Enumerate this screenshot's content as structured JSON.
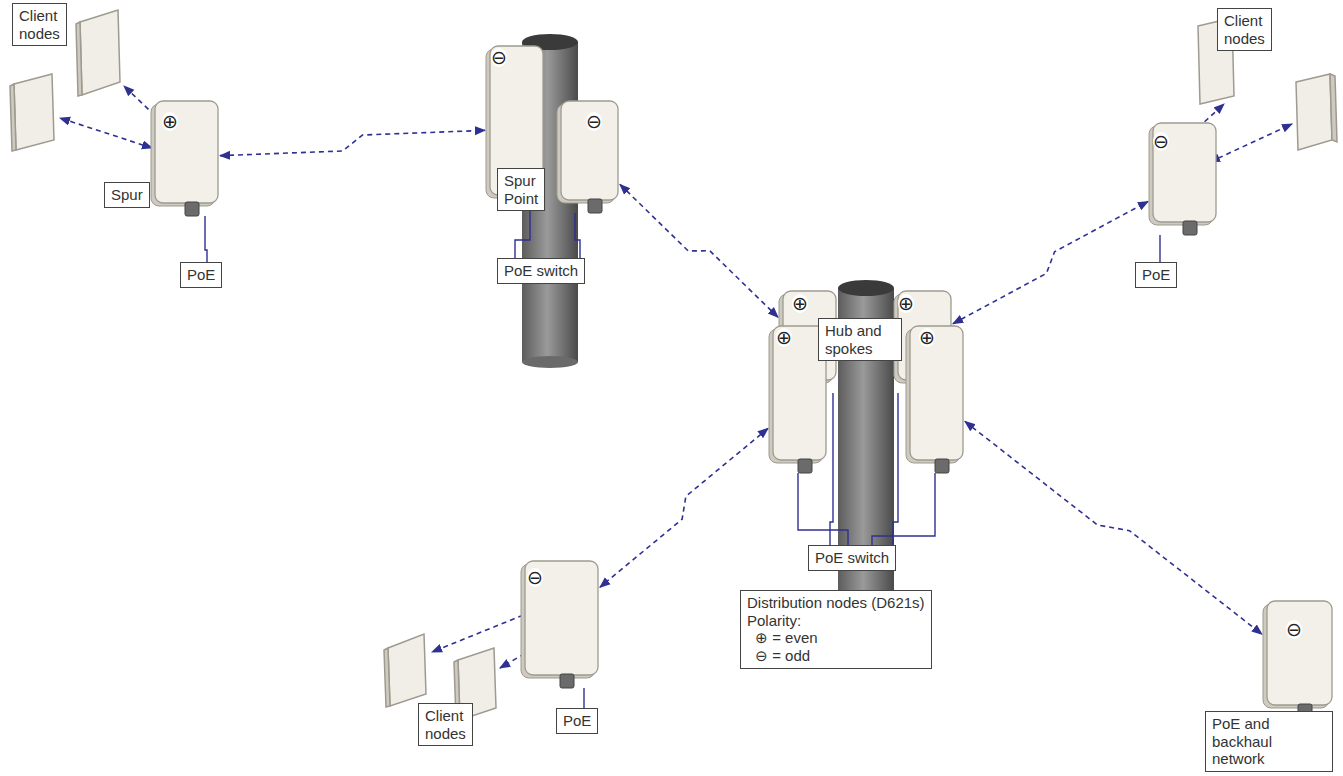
{
  "diagram": {
    "nodes": [
      {
        "text": [
          "Client nodes"
        ]
      },
      {
        "text": [
          "⊕"
        ]
      },
      {
        "text": [
          "Spur"
        ]
      },
      {
        "text": [
          "PoE"
        ]
      },
      {
        "text": [
          "⊖"
        ]
      },
      {
        "text": [
          "⊖"
        ]
      },
      {
        "text": [
          "Spur Point"
        ]
      },
      {
        "text": [
          "PoE switch"
        ]
      },
      {
        "text": [
          "Client nodes"
        ]
      },
      {
        "text": [
          "⊖"
        ]
      },
      {
        "text": [
          "PoE"
        ]
      },
      {
        "text": [
          "⊕"
        ]
      },
      {
        "text": [
          "⊕"
        ]
      },
      {
        "text": [
          "⊕"
        ]
      },
      {
        "text": [
          "⊕"
        ]
      },
      {
        "text": [
          "Hub and spokes"
        ]
      },
      {
        "text": [
          "⊖"
        ]
      },
      {
        "text": [
          "Client nodes"
        ]
      },
      {
        "text": [
          "PoE"
        ]
      },
      {
        "text": [
          "PoE switch"
        ]
      },
      {
        "text": [
          "Distribution nodes (D621s)",
          "Polarity:"
        ]
      },
      {
        "text": [
          "⊖"
        ]
      },
      {
        "text": [
          "PoE and backhaul network"
        ]
      }
    ],
    "edges": [
      {
        "from": 1,
        "to": 4,
        "arrow": "both"
      },
      {
        "from": 5,
        "to": 11,
        "arrow": "both"
      },
      {
        "from": 12,
        "to": 9,
        "arrow": "both"
      },
      {
        "from": 13,
        "to": 16,
        "arrow": "both"
      },
      {
        "from": 14,
        "to": 21,
        "arrow": "both"
      },
      {
        "from": 1,
        "to": 3,
        "arrow": "none"
      },
      {
        "from": 4,
        "to": 7,
        "arrow": "none"
      },
      {
        "from": 5,
        "to": 7,
        "arrow": "none"
      },
      {
        "from": 9,
        "to": 10,
        "arrow": "none"
      },
      {
        "from": 11,
        "to": 19,
        "arrow": "none"
      },
      {
        "from": 12,
        "to": 19,
        "arrow": "none"
      },
      {
        "from": 13,
        "to": 19,
        "arrow": "none"
      },
      {
        "from": 14,
        "to": 19,
        "arrow": "none"
      },
      {
        "from": 16,
        "to": 18,
        "arrow": "none"
      },
      {
        "from": 21,
        "to": 22,
        "arrow": "none"
      }
    ],
    "legend": [
      {
        "text": "⊕ = even"
      },
      {
        "text": "⊖ = odd"
      }
    ]
  }
}
